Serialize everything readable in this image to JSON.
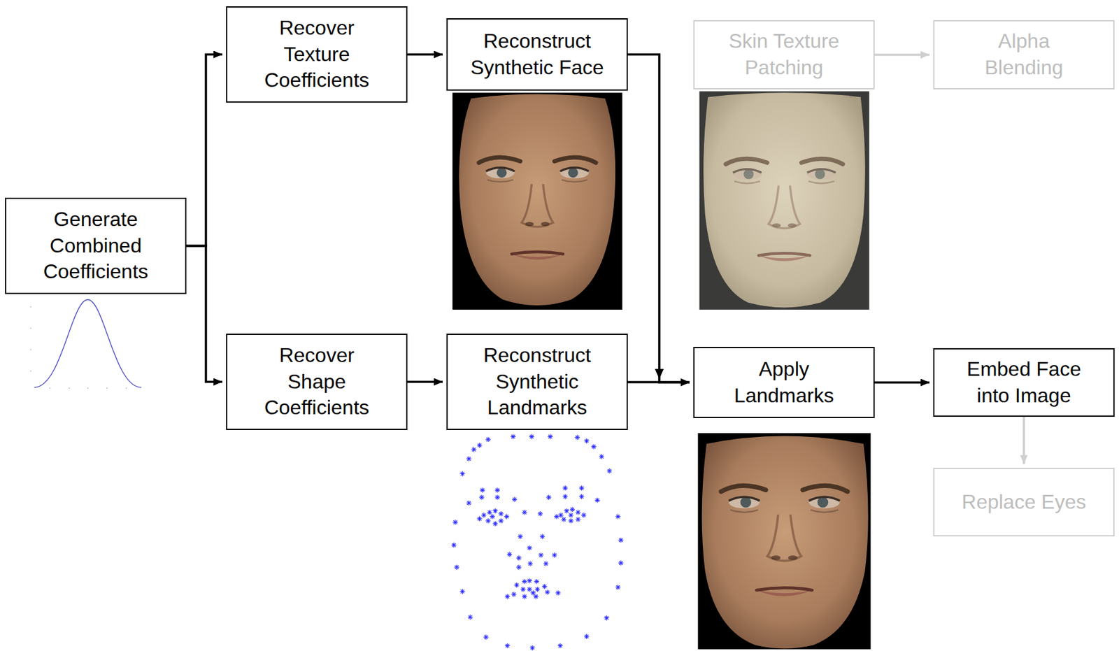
{
  "diagram": {
    "nodes": [
      {
        "text": [
          "Generate Combined Coefficients"
        ]
      },
      {
        "text": [
          "Recover Texture Coefficients"
        ]
      },
      {
        "text": [
          "Reconstruct Synthetic Face"
        ]
      },
      {
        "text": [
          "Skin Texture Patching"
        ]
      },
      {
        "text": [
          "Alpha Blending"
        ]
      },
      {
        "text": [
          "Recover Shape Coefficients"
        ]
      },
      {
        "text": [
          "Reconstruct Synthetic Landmarks"
        ]
      },
      {
        "text": [
          "Apply Landmarks"
        ]
      },
      {
        "text": [
          "Embed Face into Image"
        ]
      },
      {
        "text": [
          "Replace Eyes"
        ]
      }
    ],
    "edges": [
      {
        "from": 0,
        "to": 1,
        "arrow": "to"
      },
      {
        "from": 0,
        "to": 5,
        "arrow": "to"
      },
      {
        "from": 1,
        "to": 2,
        "arrow": "to"
      },
      {
        "from": 5,
        "to": 6,
        "arrow": "to"
      },
      {
        "from": 2,
        "to": 7,
        "arrow": "to"
      },
      {
        "from": 6,
        "to": 7,
        "arrow": "to"
      },
      {
        "from": 3,
        "to": 4,
        "arrow": "to"
      },
      {
        "from": 7,
        "to": 8,
        "arrow": "to"
      },
      {
        "from": 8,
        "to": 9,
        "arrow": "to"
      }
    ]
  }
}
